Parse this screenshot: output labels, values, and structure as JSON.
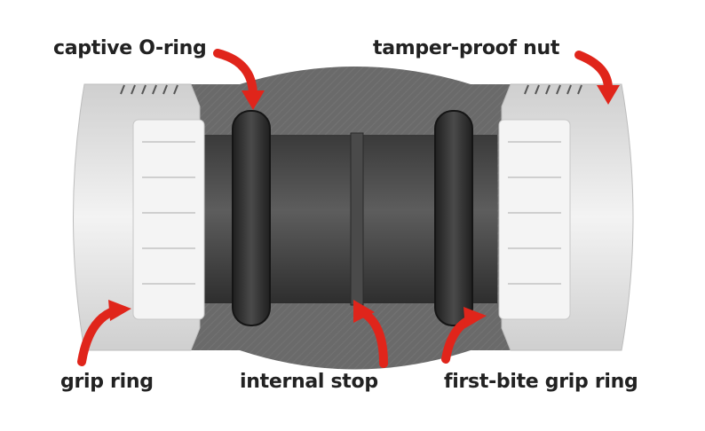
{
  "labels": {
    "captive_o_ring": "captive O-ring",
    "tamper_proof_nut": "tamper-proof nut",
    "grip_ring": "grip ring",
    "internal_stop": "internal stop",
    "first_bite_grip_ring": "first-bite grip ring"
  },
  "colors": {
    "arrow": "#e0251b",
    "body": "#6e6e6e",
    "o_ring": "#2f2f2f",
    "nut": "#d9d9d9",
    "grip": "#f2f2f2",
    "text": "#222222"
  }
}
